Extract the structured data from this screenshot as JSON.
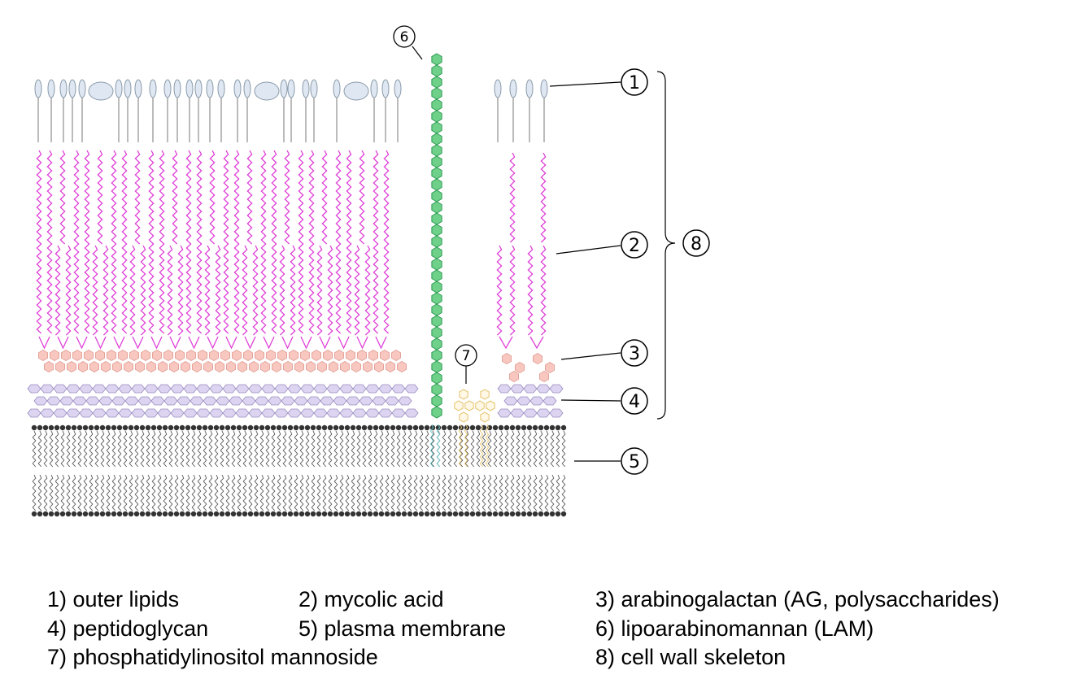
{
  "labels": [
    "1",
    "2",
    "3",
    "4",
    "5",
    "6",
    "7",
    "8"
  ],
  "legend": [
    "1) outer lipids",
    "2) mycolic acid",
    "3) arabinogalactan (AG, polysaccharides)",
    "4) peptidoglycan",
    "5) plasma membrane",
    "6) lipoarabinomannan (LAM)",
    "7) phosphatidylinositol mannoside",
    "8) cell wall skeleton"
  ],
  "colors": {
    "mycolic_acid": "#e040d8",
    "arabinogalactan_fill": "#f8c8c0",
    "arabinogalactan_stroke": "#e09a90",
    "peptidoglycan_fill": "#dcd4f0",
    "peptidoglycan_stroke": "#9a8cc0",
    "lam_fill": "#6fd08a",
    "lam_stroke": "#2a9a50",
    "pim_stroke": "#e8c878",
    "outer_lipid_fill": "#dfe8f2",
    "outer_lipid_stroke": "#8a9aaa",
    "membrane": "#333333"
  }
}
